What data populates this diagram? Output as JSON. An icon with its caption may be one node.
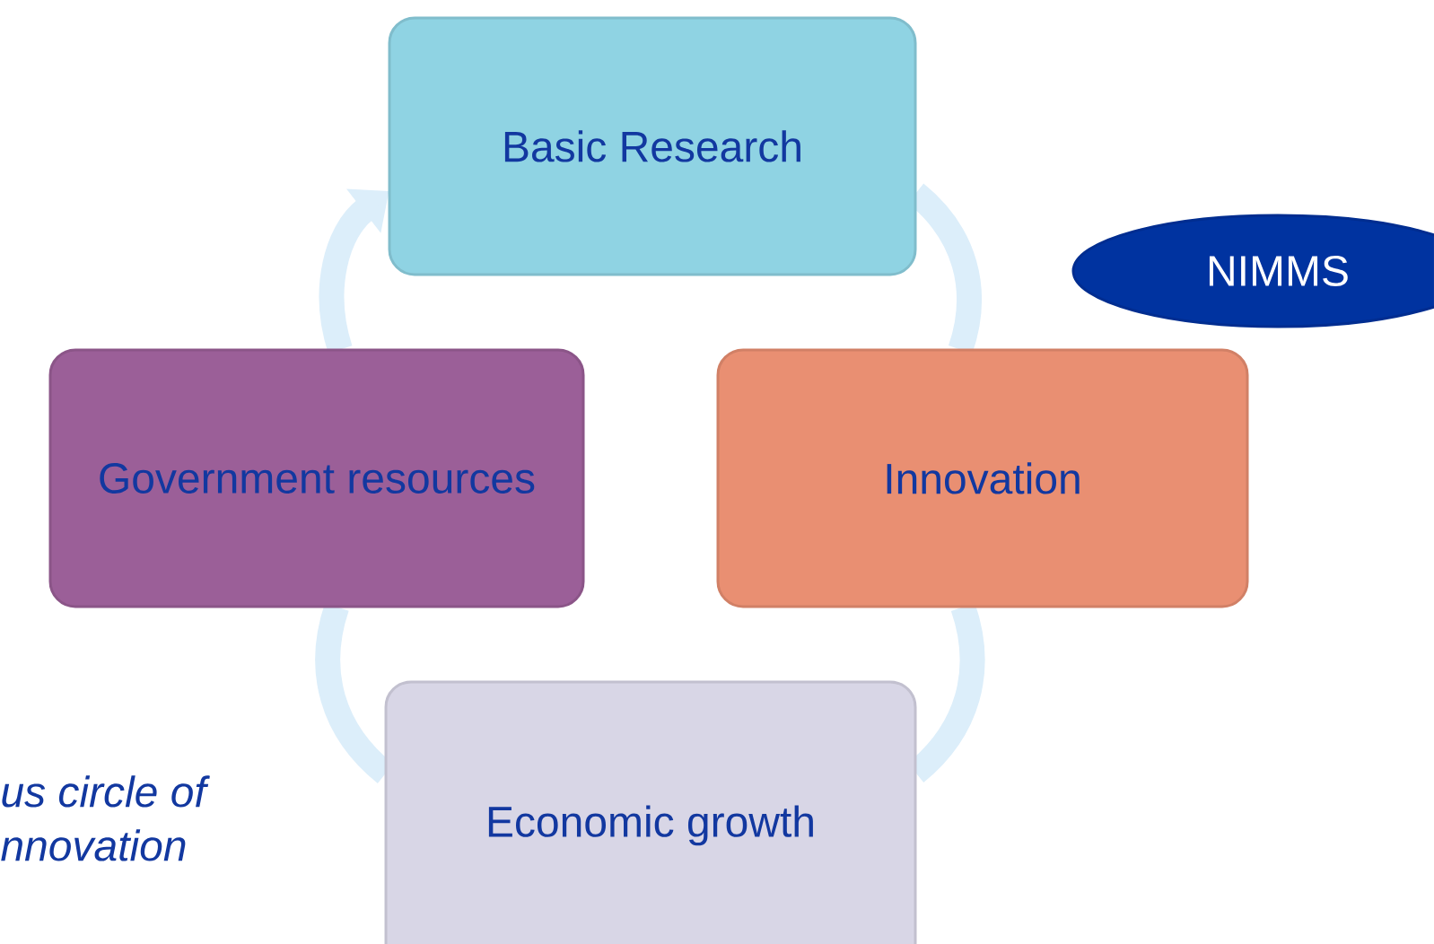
{
  "diagram": {
    "nodes": [
      {
        "text": [
          "Basic Research"
        ]
      },
      {
        "text": [
          "Innovation"
        ]
      },
      {
        "text": [
          "Economic growth"
        ]
      },
      {
        "text": [
          "Government resources"
        ]
      },
      {
        "text": [
          "NIMMS"
        ]
      }
    ],
    "edges": [
      {
        "from": 0,
        "to": 1,
        "arrow": "none"
      },
      {
        "from": 1,
        "to": 2,
        "arrow": "none"
      },
      {
        "from": 2,
        "to": 3,
        "arrow": "none"
      },
      {
        "from": 3,
        "to": 0,
        "arrow": "to"
      }
    ],
    "labels": [
      "us circle of nnovation"
    ]
  }
}
